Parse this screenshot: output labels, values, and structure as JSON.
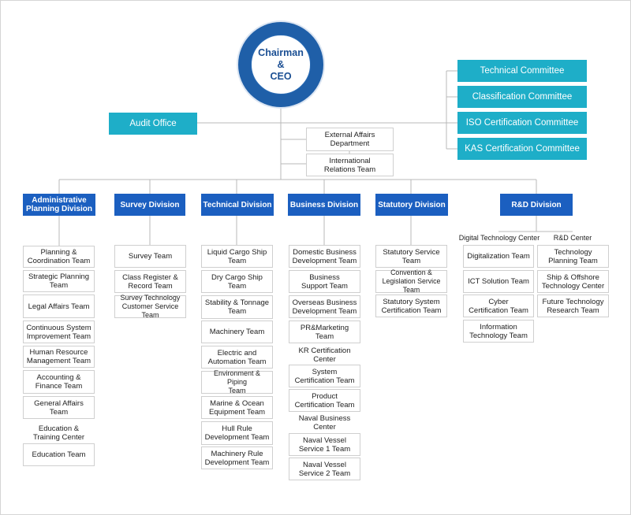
{
  "ceo": {
    "line1": "Chairman",
    "line2": "&",
    "line3": "CEO"
  },
  "audit_office": "Audit Office",
  "committees": [
    "Technical Committee",
    "Classification Committee",
    "ISO Certification Committee",
    "KAS Certification Committee"
  ],
  "staff": [
    "External Affairs\nDepartment",
    "International\nRelations Team"
  ],
  "divisions": [
    {
      "name": "Administrative\nPlanning Division",
      "teams": [
        "Planning &\nCoordination Team",
        "Strategic Planning\nTeam",
        "Legal Affairs Team",
        "Continuous System\nImprovement Team",
        "Human Resource\nManagement Team",
        "Accounting &\nFinance Team",
        "General Affairs\nTeam"
      ],
      "center": "Education &\nTraining Center",
      "center_teams": [
        "Education Team"
      ]
    },
    {
      "name": "Survey Division",
      "teams": [
        "Survey Team",
        "Class Register &\nRecord Team",
        "Survey Technology\nCustomer Service Team"
      ]
    },
    {
      "name": "Technical Division",
      "teams": [
        "Liquid Cargo Ship\nTeam",
        "Dry Cargo Ship\nTeam",
        "Stability & Tonnage\nTeam",
        "Machinery Team",
        "Electric and\nAutomation Team",
        "Environment & Piping\nTeam",
        "Marine & Ocean\nEquipment Team",
        "Hull Rule\nDevelopment Team",
        "Machinery Rule\nDevelopment Team"
      ]
    },
    {
      "name": "Business Division",
      "teams": [
        "Domestic Business\nDevelopment Team",
        "Business\nSupport Team",
        "Overseas Business\nDevelopment Team",
        "PR&Marketing Team"
      ],
      "centers": [
        {
          "name": "KR Certification\nCenter",
          "teams": [
            "System\nCertification Team",
            "Product\nCertification Team"
          ]
        },
        {
          "name": "Naval Business\nCenter",
          "teams": [
            "Naval Vessel\nService 1 Team",
            "Naval Vessel\nService 2 Team"
          ]
        }
      ]
    },
    {
      "name": "Statutory Division",
      "teams": [
        "Statutory Service\nTeam",
        "Convention &\nLegislation Service Team",
        "Statutory System\nCertification Team"
      ]
    },
    {
      "name": "R&D Division",
      "centers": [
        {
          "name": "Digital Technology Center",
          "teams": [
            "Digitalization Team",
            "ICT Solution Team",
            "Cyber\nCertification Team",
            "Information\nTechnology Team"
          ]
        },
        {
          "name": "R&D Center",
          "teams": [
            "Technology\nPlanning Team",
            "Ship & Offshore\nTechnology Center",
            "Future Technology\nResearch Team"
          ]
        }
      ]
    }
  ]
}
